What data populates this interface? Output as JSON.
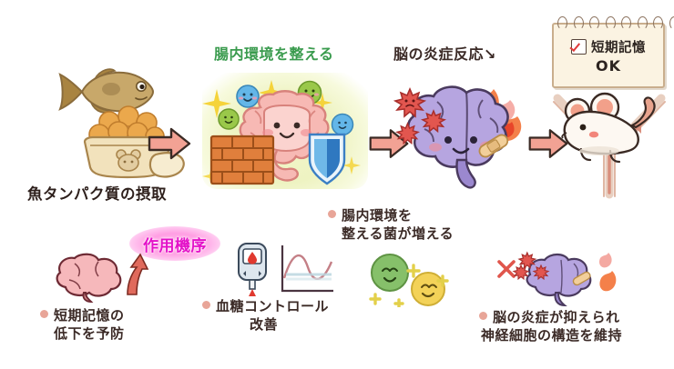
{
  "meta": {
    "title": "魚タンパク質の摂取による腸脳相関フロー図",
    "background_color": "#ffffff",
    "accent_pink": "#f0a294",
    "accent_green": "#3a9b4e",
    "accent_magenta": "#e411c8",
    "text_color": "#3b2a26"
  },
  "flow": {
    "stages": [
      {
        "id": "fish-protein",
        "caption": "魚タンパク質の摂取",
        "icons": [
          "fish-icon",
          "food-bowl-icon",
          "mouse-pellet-icon"
        ]
      },
      {
        "id": "gut-environment",
        "label": "腸内環境を整える",
        "label_color": "#3a9b4e",
        "icons": [
          "smiling-intestine-icon",
          "brick-wall-icon",
          "shield-icon",
          "good-bacteria-icon",
          "sparkle-icon"
        ]
      },
      {
        "id": "brain-inflammation",
        "label": "脳の炎症反応",
        "label_suffix": "↘",
        "icons": [
          "smiling-brain-icon",
          "virus-icon",
          "flame-icon",
          "bandage-icon"
        ]
      },
      {
        "id": "memory-test",
        "icons": [
          "lab-mouse-icon",
          "y-maze-icon"
        ]
      }
    ],
    "arrows": [
      "arrow-right-1",
      "arrow-right-2",
      "arrow-right-3"
    ]
  },
  "notepad": {
    "checkbox_checked": true,
    "line1": "短期記憶",
    "line2": "OK"
  },
  "mechanism_badge": {
    "label": "作用機序"
  },
  "outcomes": [
    {
      "id": "short-term-memory",
      "lines": [
        "短期記憶の",
        "低下を予防"
      ],
      "icon": "pink-brain-up-arrow-icon"
    },
    {
      "id": "blood-glucose",
      "lines": [
        "血糖コントロール",
        "改善"
      ],
      "icon": "glucose-meter-chart-icon"
    },
    {
      "id": "gut-flora",
      "lines": [
        "腸内環境を",
        "整える菌が増える"
      ],
      "icon": "smiling-bacteria-icon"
    },
    {
      "id": "brain-inflammation-suppressed",
      "lines": [
        "脳の炎症が抑えられ",
        "神経細胞の構造を維持"
      ],
      "icon": "brain-no-inflammation-icon"
    }
  ]
}
